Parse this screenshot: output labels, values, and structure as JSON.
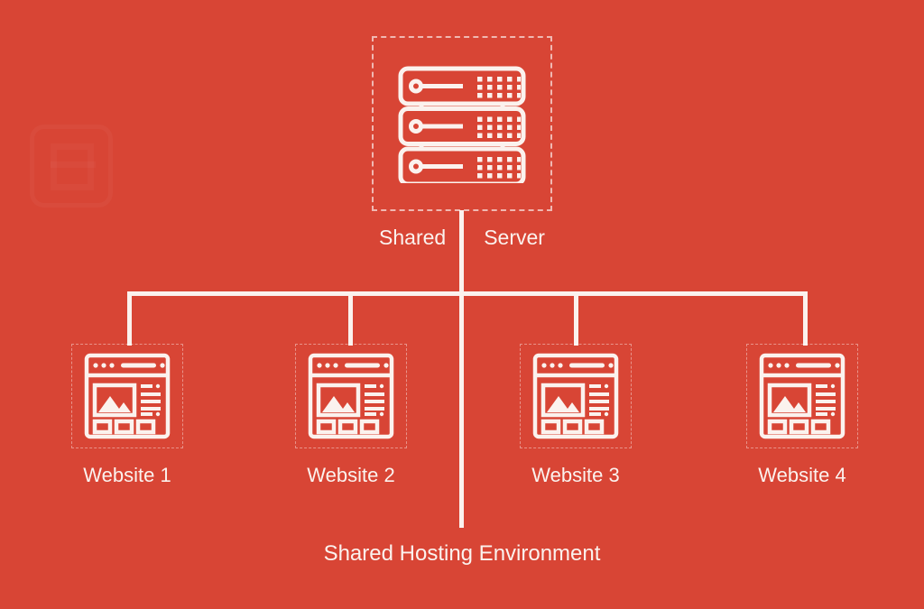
{
  "diagram": {
    "title": "Shared Hosting Environment",
    "background_color": "#d84535",
    "stroke_color": "#fbf2ee",
    "server": {
      "icon": "server-rack-icon",
      "label_left": "Shared",
      "label_right": "Server",
      "full_label": "Shared Server",
      "rack_units": 3,
      "dot_grid": {
        "columns": 5,
        "rows": 3
      }
    },
    "caption": "Shared Hosting Environment",
    "sites": [
      {
        "label": "Website 1",
        "icon": "browser-window-icon"
      },
      {
        "label": "Website 2",
        "icon": "browser-window-icon"
      },
      {
        "label": "Website 3",
        "icon": "browser-window-icon"
      },
      {
        "label": "Website 4",
        "icon": "browser-window-icon"
      }
    ],
    "watermark": {
      "text": ""
    }
  }
}
